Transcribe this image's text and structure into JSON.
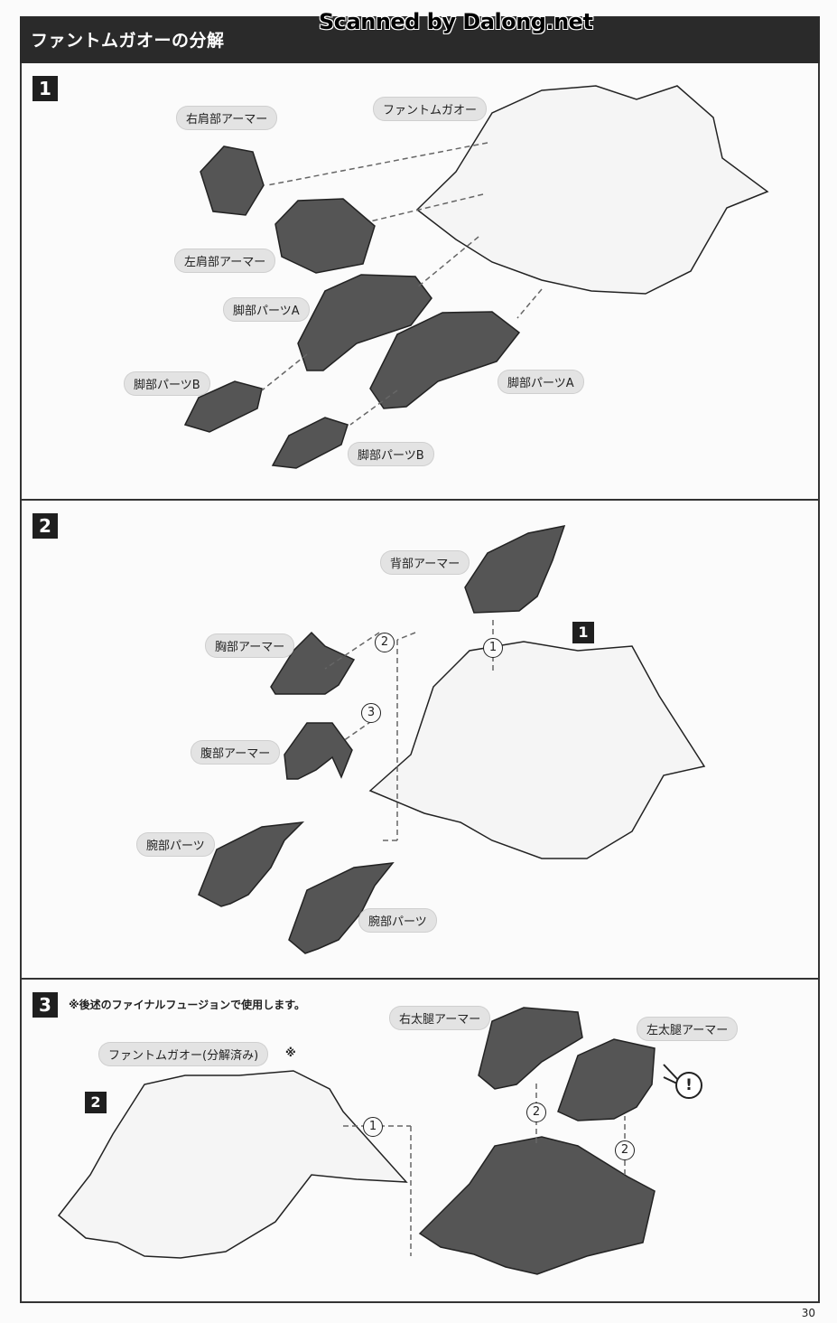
{
  "header": {
    "title": "ファントムガオーの分解",
    "watermark": "Scanned by Dalong.net"
  },
  "steps": [
    {
      "number": "1",
      "labels": {
        "main_unit": "ファントムガオー",
        "right_shoulder": "右肩部アーマー",
        "left_shoulder": "左肩部アーマー",
        "leg_a_1": "脚部パーツA",
        "leg_a_2": "脚部パーツA",
        "leg_b_1": "脚部パーツB",
        "leg_b_2": "脚部パーツB"
      }
    },
    {
      "number": "2",
      "labels": {
        "back": "背部アーマー",
        "chest": "胸部アーマー",
        "abdomen": "腹部アーマー",
        "arm_1": "腕部パーツ",
        "arm_2": "腕部パーツ"
      },
      "ref_badge": "1",
      "order": [
        "1",
        "2",
        "3"
      ]
    },
    {
      "number": "3",
      "note": "※後述のファイナルフュージョンで使用します。",
      "labels": {
        "disassembled": "ファントムガオー(分解済み)",
        "note_mark": "※",
        "right_thigh": "右太腿アーマー",
        "left_thigh": "左太腿アーマー"
      },
      "ref_badge": "2",
      "order": [
        "1",
        "2",
        "2"
      ],
      "warning": "!"
    }
  ],
  "page_number": "30"
}
